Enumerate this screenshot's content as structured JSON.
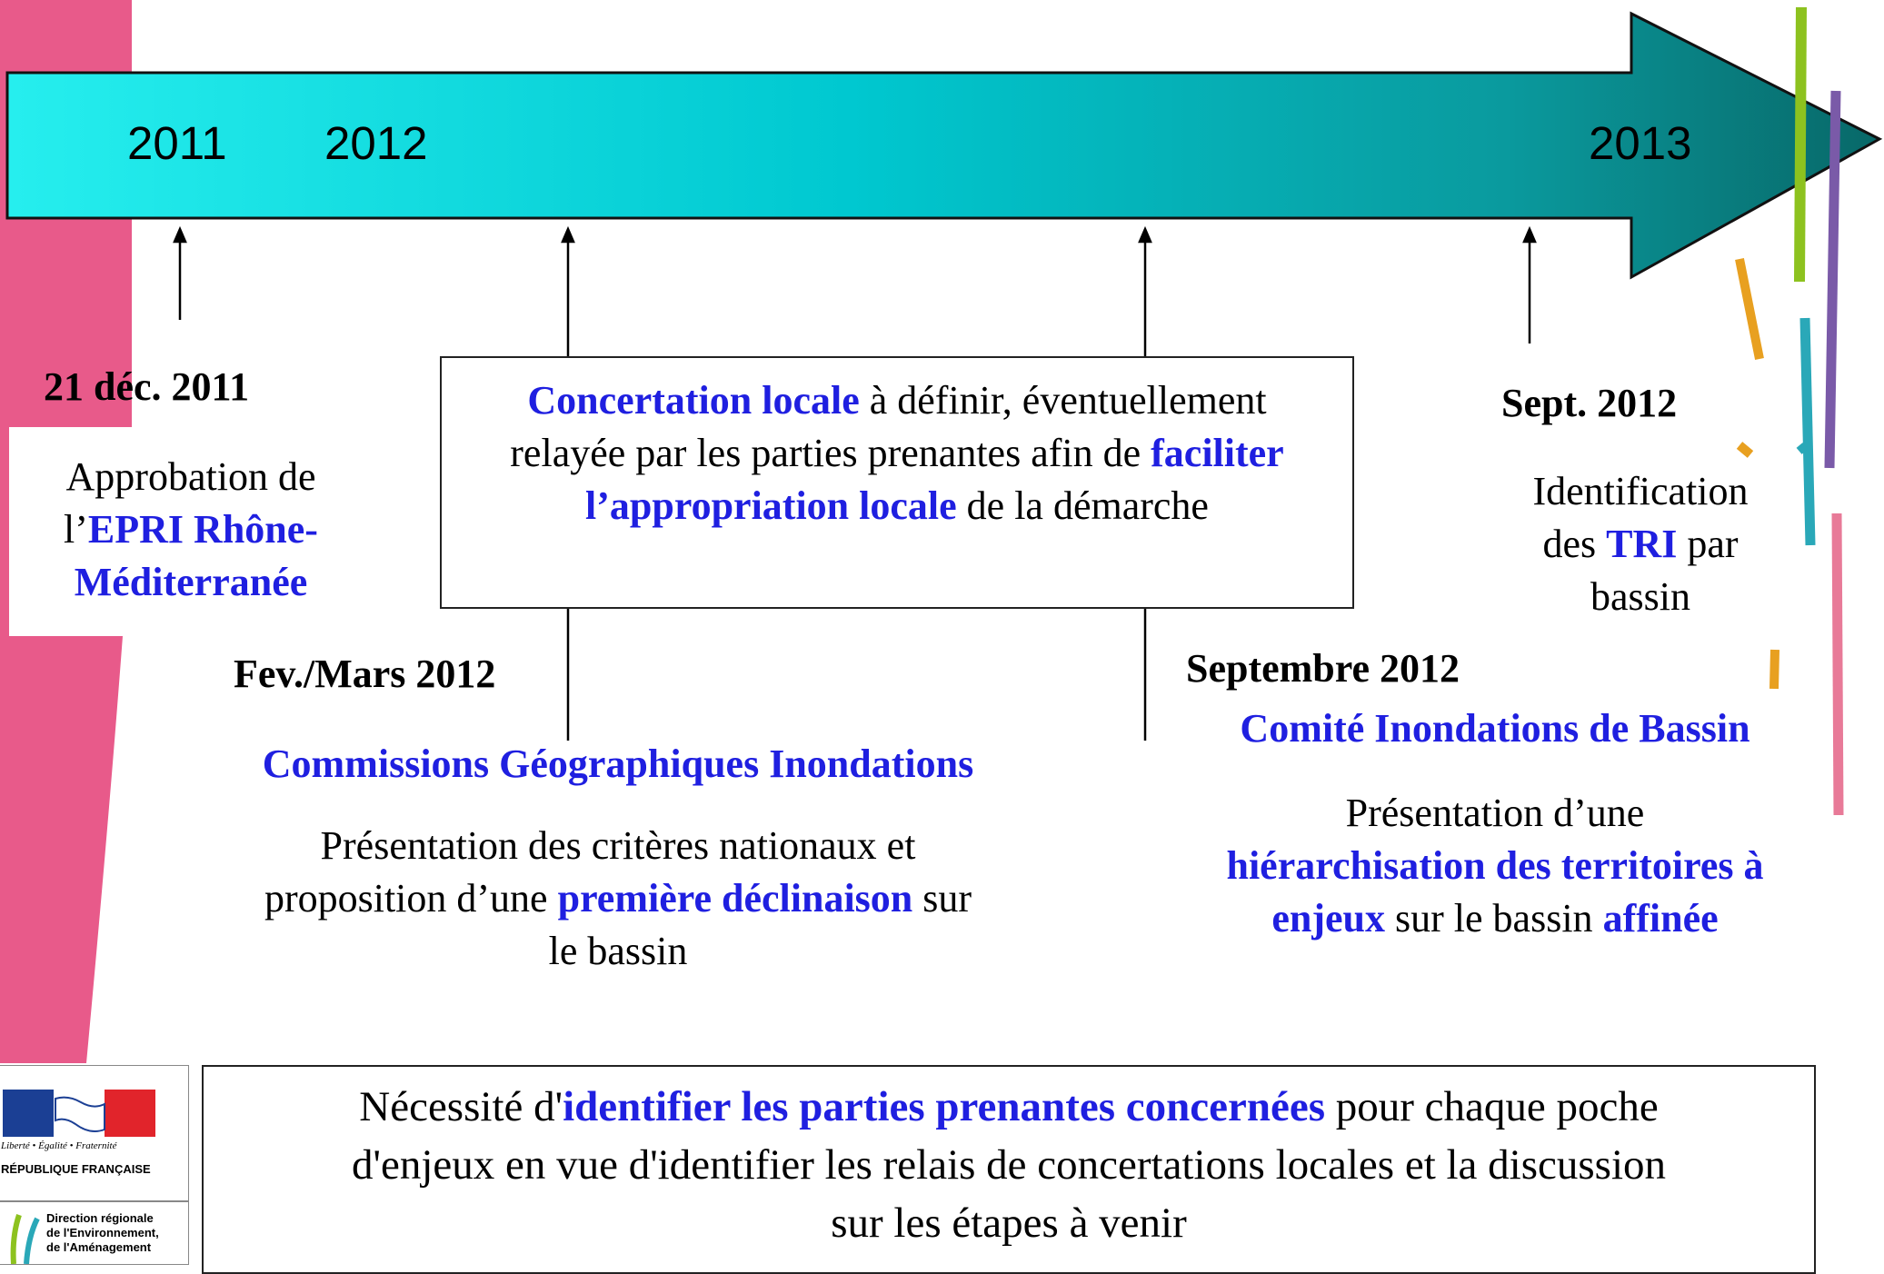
{
  "timeline": {
    "years": [
      "2011",
      "2012",
      "2013"
    ]
  },
  "events": {
    "epri": {
      "date": "21 déc. 2011",
      "text_1": "Approbation de",
      "text_2_prefix": "l’",
      "text_2_em": "EPRI Rhône-",
      "text_3_em": "Méditerranée"
    },
    "concertation": {
      "em_1": "Concertation locale",
      "text_1": " à définir, éventuellement",
      "text_2": "relayée par les parties prenantes afin de ",
      "em_2": "faciliter",
      "em_3": "l’appropriation locale",
      "text_3": " de la démarche"
    },
    "tri": {
      "date": "Sept. 2012",
      "text_1": "Identification",
      "text_2_prefix": "des ",
      "text_2_em": "TRI",
      "text_2_suffix": " par",
      "text_3": "bassin"
    },
    "commissions": {
      "date": "Fev./Mars 2012",
      "title": "Commissions Géographiques Inondations",
      "text_1": "Présentation des critères nationaux et",
      "text_2_prefix": "proposition d’une ",
      "text_2_em": "première déclinaison",
      "text_2_suffix": " sur",
      "text_3": "le bassin"
    },
    "comite": {
      "date": "Septembre 2012",
      "title": "Comité Inondations de Bassin",
      "text_1": "Présentation d’une",
      "text_2_em": "hiérarchisation des territoires à",
      "text_3_em": "enjeux",
      "text_3_mid": " sur le bassin ",
      "text_3_em2": "affinée"
    }
  },
  "footer": {
    "prefix": "Nécessité d'",
    "em": "identifier les parties prenantes concernées",
    "text_1": " pour chaque poche",
    "text_2": "d'enjeux en vue d'identifier les relais de concertations locales et la discussion",
    "text_3": "sur les étapes à venir"
  },
  "logo": {
    "motto": "Liberté • Égalité • Fraternité",
    "republic": "RÉPUBLIQUE FRANÇAISE",
    "dreal_1": "Direction régionale",
    "dreal_2": "de l'Environnement,",
    "dreal_3": "de l'Aménagement"
  },
  "colors": {
    "pink": "#e85a8a",
    "arrow_start": "#22ecec",
    "arrow_mid": "#00c4cc",
    "arrow_end": "#0a6e6e",
    "accent_blue": "#1f1fe0"
  }
}
